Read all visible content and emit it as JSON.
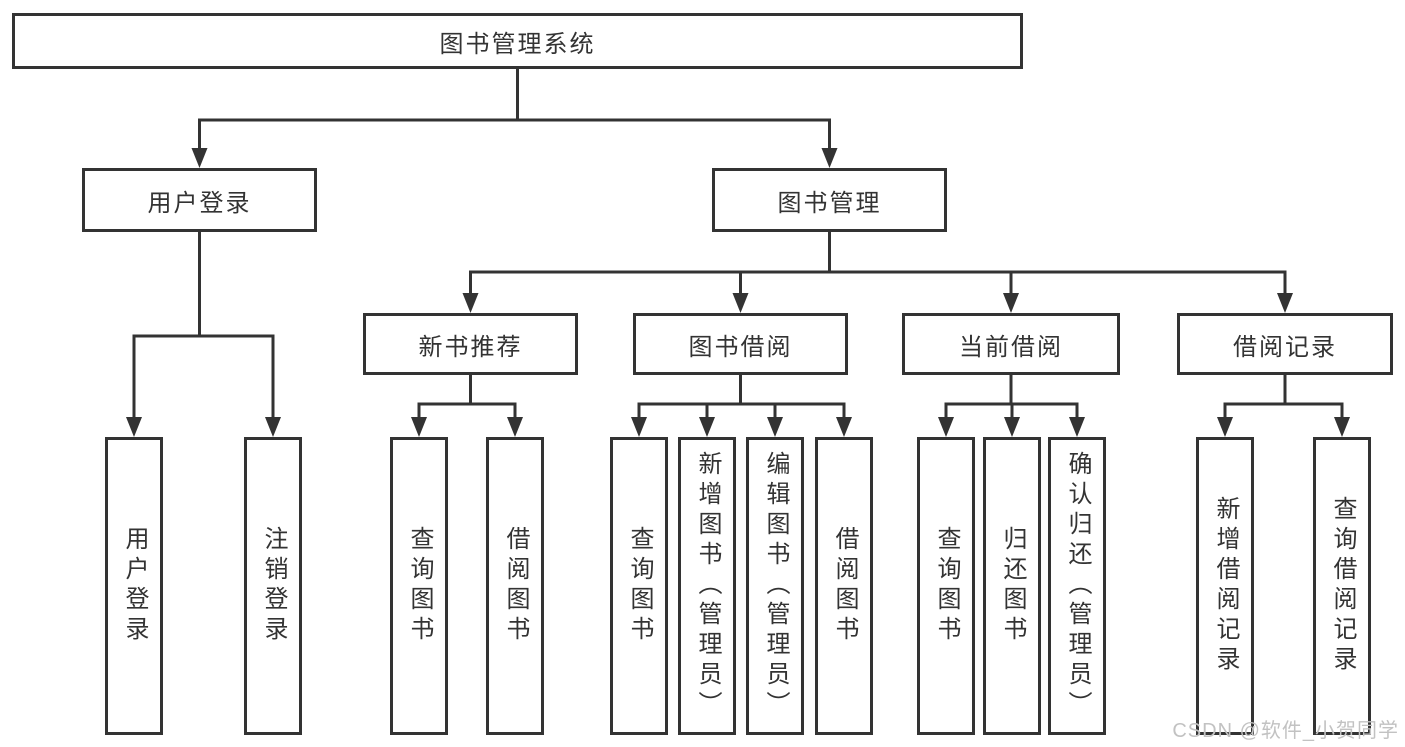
{
  "diagram": {
    "title": "图书管理系统",
    "root": {
      "label": "图书管理系统"
    },
    "branches": [
      {
        "label": "用户登录",
        "children": [
          "用户登录",
          "注销登录"
        ]
      },
      {
        "label": "图书管理",
        "groups": [
          {
            "label": "新书推荐",
            "children": [
              "查询图书",
              "借阅图书"
            ]
          },
          {
            "label": "图书借阅",
            "children": [
              "查询图书",
              "新增图书（管理员）",
              "编辑图书（管理员）",
              "借阅图书"
            ]
          },
          {
            "label": "当前借阅",
            "children": [
              "查询图书",
              "归还图书",
              "确认归还（管理员）"
            ]
          },
          {
            "label": "借阅记录",
            "children": [
              "新增借阅记录",
              "查询借阅记录"
            ]
          }
        ]
      }
    ]
  },
  "colors": {
    "line": "#333333",
    "box_border": "#333333",
    "text": "#333333",
    "background": "#ffffff",
    "watermark": "#c2c2c2"
  },
  "watermark": {
    "text": "CSDN @软件_小贺同学"
  }
}
